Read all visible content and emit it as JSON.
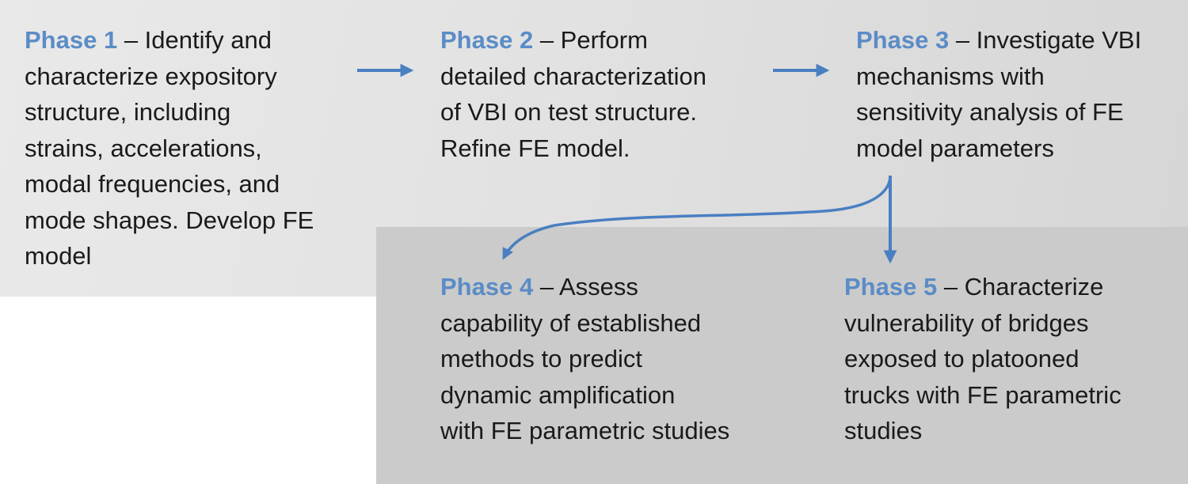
{
  "phases": [
    {
      "label": "Phase 1",
      "separator": " – ",
      "text": "Identify and\ncharacterize expository\nstructure, including\nstrains, accelerations,\nmodal frequencies, and\nmode shapes. Develop FE\nmodel"
    },
    {
      "label": "Phase 2",
      "separator": " – ",
      "text": "Perform\ndetailed characterization\nof VBI on test structure.\nRefine FE model."
    },
    {
      "label": "Phase 3",
      "separator": " – ",
      "text": "Investigate VBI\nmechanisms with\nsensitivity analysis of FE\nmodel parameters"
    },
    {
      "label": "Phase 4",
      "separator": " – ",
      "text": "Assess\ncapability of established\nmethods to predict\ndynamic amplification\nwith FE parametric studies"
    },
    {
      "label": "Phase 5",
      "separator": " – ",
      "text": "Characterize\nvulnerability of bridges\nexposed to platooned\ntrucks with FE parametric\nstudies"
    }
  ],
  "colors": {
    "phase_label": "#5b8cc6",
    "arrow": "#4a7fc1",
    "body_text": "#1a1a1a",
    "top_panel": "#e2e2e2",
    "bottom_panel": "#cbcbcb"
  },
  "connections": [
    {
      "from": "Phase 1",
      "to": "Phase 2"
    },
    {
      "from": "Phase 2",
      "to": "Phase 3"
    },
    {
      "from": "Phase 3",
      "to": "Phase 4"
    },
    {
      "from": "Phase 3",
      "to": "Phase 5"
    }
  ]
}
